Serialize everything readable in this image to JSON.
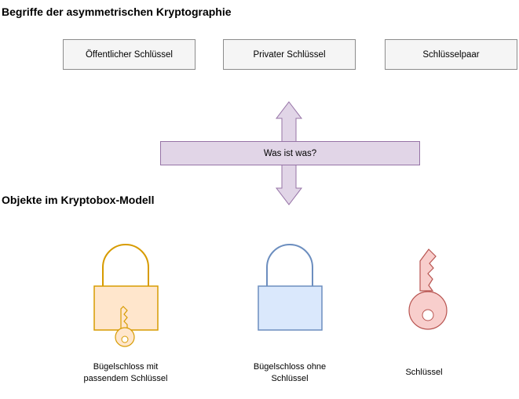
{
  "section1": {
    "title": "Begriffe der asymmetrischen Kryptographie"
  },
  "terms": [
    {
      "label": "Öffentlicher Schlüssel"
    },
    {
      "label": "Privater Schlüssel"
    },
    {
      "label": "Schlüsselpaar"
    }
  ],
  "question": {
    "label": "Was ist was?"
  },
  "section2": {
    "title": "Objekte im Kryptobox-Modell"
  },
  "objects": [
    {
      "caption": "Bügelschloss mit\npassendem Schlüssel",
      "icon": "padlock-with-key-icon",
      "fill": "#ffe6cc",
      "stroke": "#d79b00"
    },
    {
      "caption": "Bügelschloss ohne\nSchlüssel",
      "icon": "padlock-icon",
      "fill": "#dae8fc",
      "stroke": "#6c8ebf"
    },
    {
      "caption": "Schlüssel",
      "icon": "key-icon",
      "fill": "#f8cecc",
      "stroke": "#b85450"
    }
  ],
  "colors": {
    "arrow_fill": "#e1d5e7",
    "arrow_stroke": "#9673a6",
    "term_fill": "#f5f5f5",
    "term_stroke": "#8c8c8c"
  }
}
